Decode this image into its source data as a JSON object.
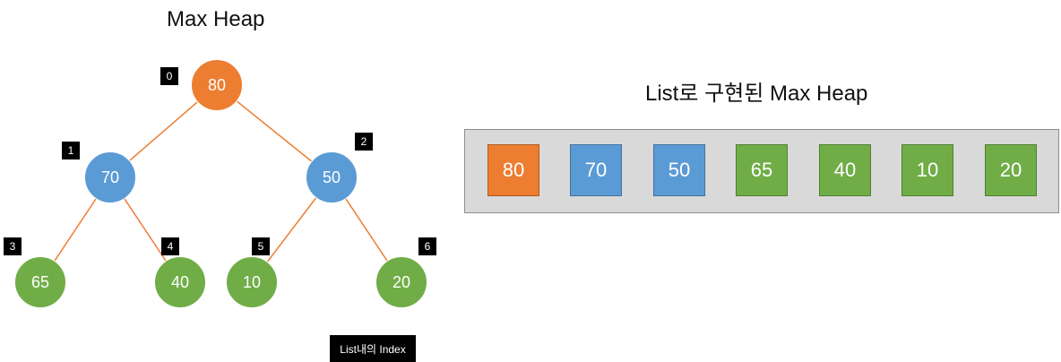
{
  "titles": {
    "heap": "Max Heap",
    "list": "List로 구현된 Max Heap"
  },
  "colors": {
    "root": "#ED7D31",
    "level1": "#5B9BD5",
    "leaf": "#70AD47",
    "edge": "#ED7D31",
    "index_badge": "#000000",
    "list_background": "#D9D9D9"
  },
  "tree": {
    "nodes": [
      {
        "index": "0",
        "value": "80",
        "level": "root"
      },
      {
        "index": "1",
        "value": "70",
        "level": "level1"
      },
      {
        "index": "2",
        "value": "50",
        "level": "level1"
      },
      {
        "index": "3",
        "value": "65",
        "level": "leaf"
      },
      {
        "index": "4",
        "value": "40",
        "level": "leaf"
      },
      {
        "index": "5",
        "value": "10",
        "level": "leaf"
      },
      {
        "index": "6",
        "value": "20",
        "level": "leaf"
      }
    ]
  },
  "list": {
    "items": [
      {
        "value": "80",
        "level": "root"
      },
      {
        "value": "70",
        "level": "level1"
      },
      {
        "value": "50",
        "level": "level1"
      },
      {
        "value": "65",
        "level": "leaf"
      },
      {
        "value": "40",
        "level": "leaf"
      },
      {
        "value": "10",
        "level": "leaf"
      },
      {
        "value": "20",
        "level": "leaf"
      }
    ]
  },
  "legend": {
    "label": "List내의 Index"
  }
}
